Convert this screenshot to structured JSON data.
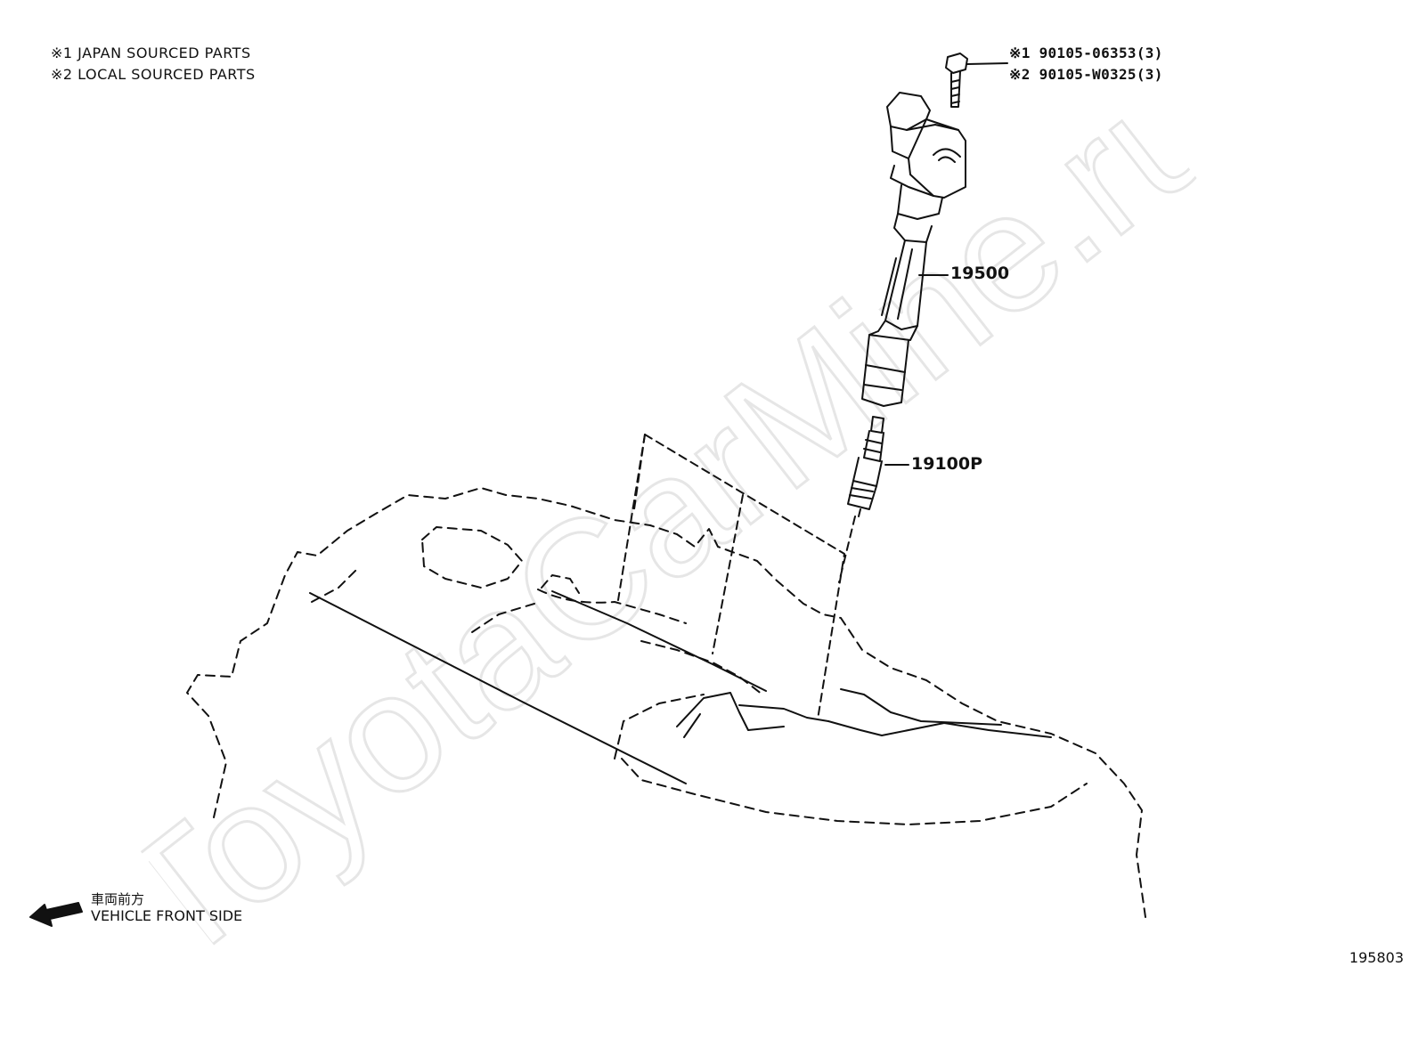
{
  "legend": {
    "line1": "※1 JAPAN SOURCED PARTS",
    "line2": "※2 LOCAL SOURCED PARTS"
  },
  "bolt": {
    "part1": "※1 90105-06353(3)",
    "part2": "※2 90105-W0325(3)"
  },
  "callouts": {
    "ignition_coil": "19500",
    "spark_plug": "19100P"
  },
  "front_indicator": {
    "jp": "車両前方",
    "en": "VEHICLE FRONT SIDE"
  },
  "watermark": "ToyotaCarMine.ru",
  "figure_number": "195803"
}
